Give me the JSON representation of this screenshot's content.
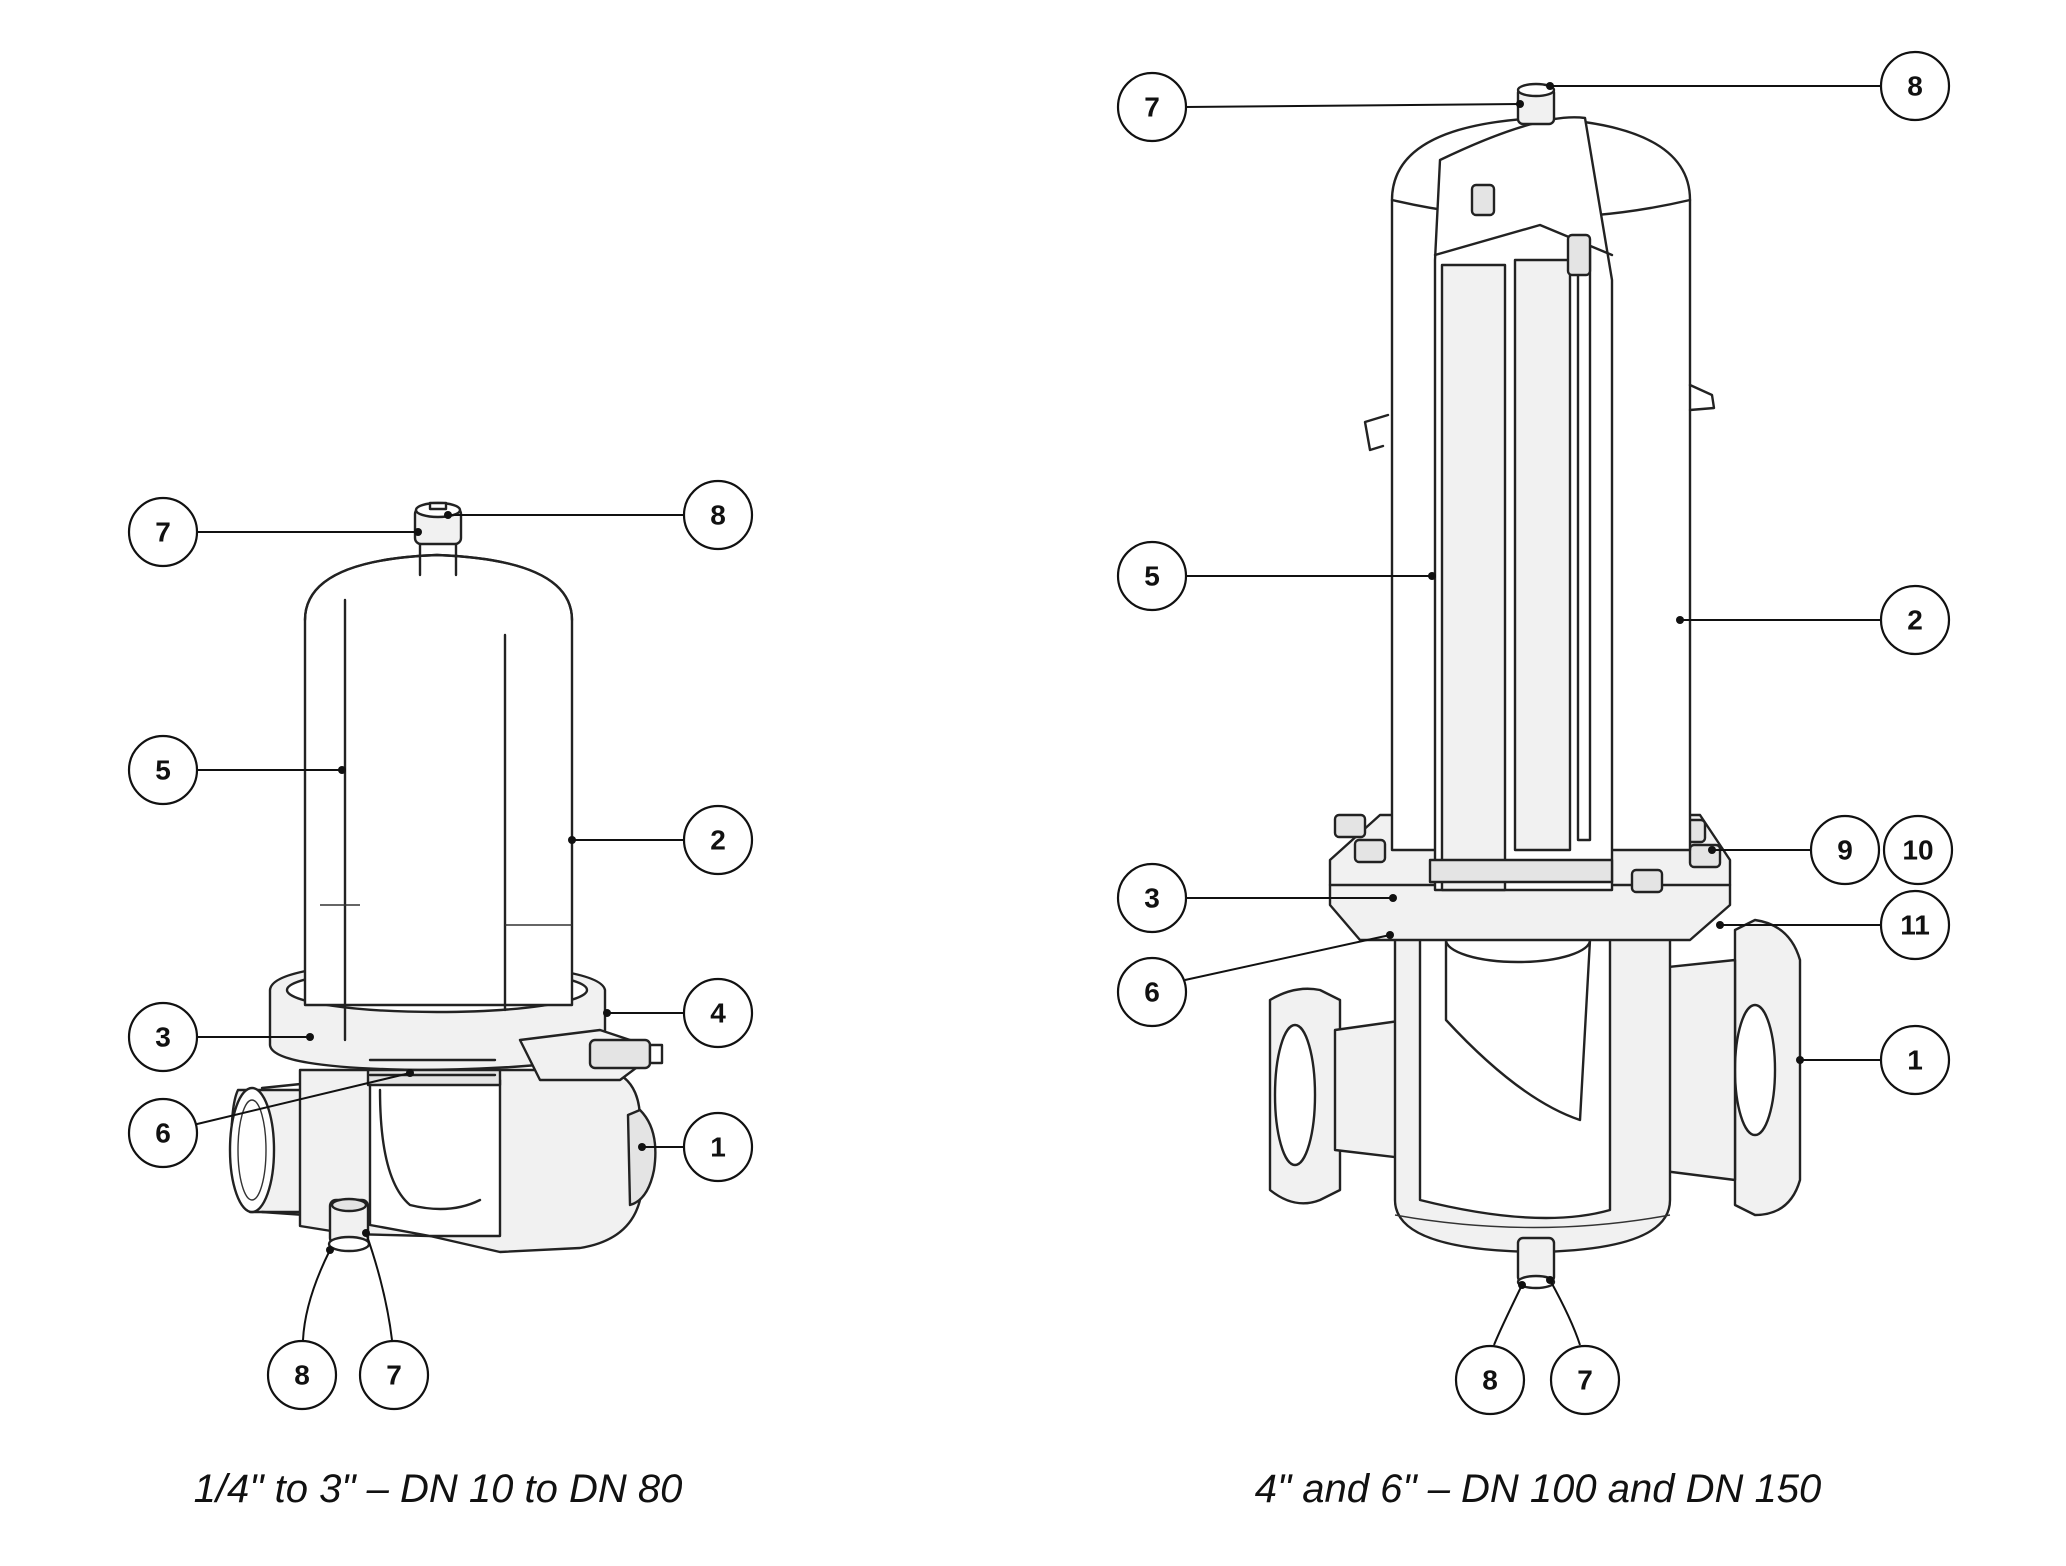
{
  "captions": {
    "left": "1/4\" to 3\" – DN 10 to DN 80",
    "right": "4\" and 6\" – DN 100 and DN 150"
  },
  "left_callouts": [
    "7",
    "8",
    "5",
    "2",
    "3",
    "4",
    "6",
    "1",
    "8",
    "7"
  ],
  "right_callouts": [
    "7",
    "8",
    "5",
    "2",
    "3",
    "9",
    "10",
    "11",
    "6",
    "1",
    "8",
    "7"
  ]
}
